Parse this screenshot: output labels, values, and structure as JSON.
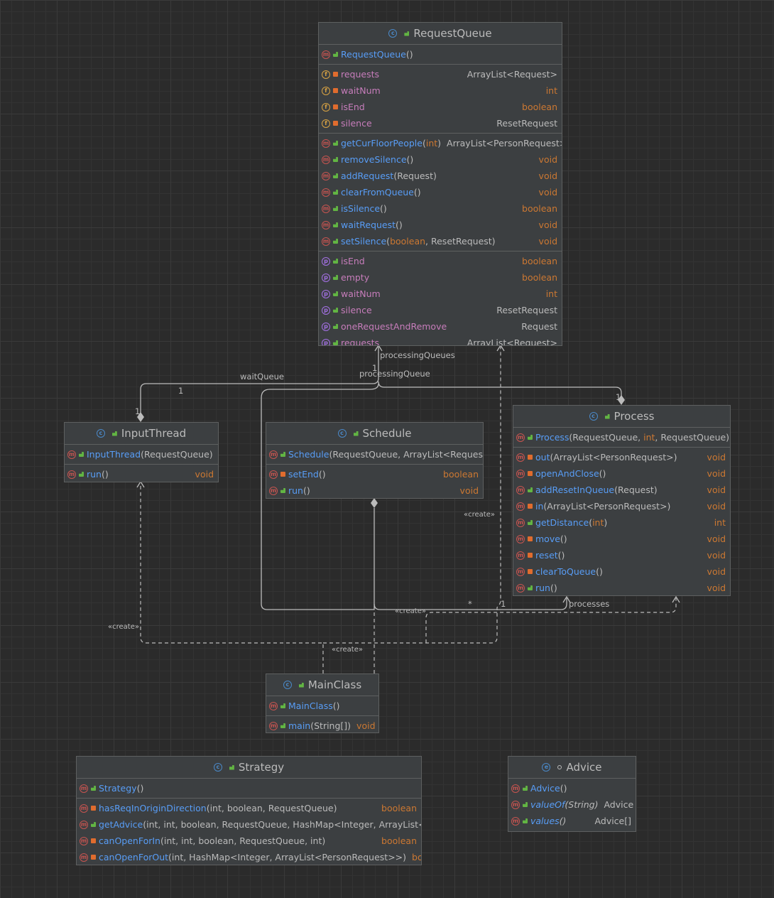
{
  "edge_labels": {
    "processing_queues": "processingQueues",
    "processing_queue": "processingQueue",
    "wait_queue": "waitQueue",
    "create_1": "«create»",
    "create_2": "«create»",
    "create_3": "«create»",
    "create_4": "«create»",
    "processes": "processes",
    "mult_one_a": "1",
    "mult_one_b": "1",
    "mult_one_c": "1",
    "mult_one_d": "1",
    "mult_one_e": "1",
    "mult_many": "*"
  },
  "classes": {
    "request_queue": {
      "name": "RequestQueue",
      "constructors": [
        {
          "name": "RequestQueue",
          "params": "()"
        }
      ],
      "fields": [
        {
          "name": "requests",
          "type": "ArrayList<Request>"
        },
        {
          "name": "waitNum",
          "type": "int"
        },
        {
          "name": "isEnd",
          "type": "boolean"
        },
        {
          "name": "silence",
          "type": "ResetRequest"
        }
      ],
      "methods": [
        {
          "name": "getCurFloorPeople",
          "p1": "(",
          "pk": "int",
          "p2": ")",
          "type": "ArrayList<PersonRequest>"
        },
        {
          "name": "removeSilence",
          "params": "()",
          "type": "void"
        },
        {
          "name": "addRequest",
          "params": "(Request)",
          "type": "void"
        },
        {
          "name": "clearFromQueue",
          "params": "()",
          "type": "void"
        },
        {
          "name": "isSilence",
          "params": "()",
          "type": "boolean"
        },
        {
          "name": "waitRequest",
          "params": "()",
          "type": "void"
        },
        {
          "name": "setSilence",
          "p1": "(",
          "pk": "boolean",
          "p2": ", ResetRequest)",
          "type": "void"
        }
      ],
      "properties": [
        {
          "name": "isEnd",
          "type": "boolean"
        },
        {
          "name": "empty",
          "type": "boolean"
        },
        {
          "name": "waitNum",
          "type": "int"
        },
        {
          "name": "silence",
          "type": "ResetRequest"
        },
        {
          "name": "oneRequestAndRemove",
          "type": "Request"
        },
        {
          "name": "requests",
          "type": "ArrayList<Request>"
        }
      ]
    },
    "input_thread": {
      "name": "InputThread",
      "methods": [
        {
          "name": "InputThread",
          "params": "(RequestQueue)",
          "type": ""
        },
        {
          "name": "run",
          "params": "()",
          "type": "void"
        }
      ]
    },
    "schedule": {
      "name": "Schedule",
      "methods": [
        {
          "name": "Schedule",
          "params": "(RequestQueue, ArrayList<RequestQueue>)",
          "type": ""
        },
        {
          "name": "setEnd",
          "params": "()",
          "type": "boolean"
        },
        {
          "name": "run",
          "params": "()",
          "type": "void"
        }
      ]
    },
    "process": {
      "name": "Process",
      "methods": [
        {
          "name": "Process",
          "p1": "(RequestQueue, ",
          "pk": "int",
          "p2": ", RequestQueue)",
          "type": ""
        },
        {
          "name": "out",
          "params": " (ArrayList<PersonRequest>)",
          "type": "void"
        },
        {
          "name": "openAndClose",
          "params": "()",
          "type": "void"
        },
        {
          "name": "addResetInQueue",
          "params": "(Request)",
          "type": "void"
        },
        {
          "name": "in",
          "params": "(ArrayList<PersonRequest>)",
          "type": "void"
        },
        {
          "name": "getDistance",
          "p1": "(",
          "pk": "int",
          "p2": ")",
          "type": "int"
        },
        {
          "name": "move",
          "params": "()",
          "type": "void"
        },
        {
          "name": "reset",
          "params": "()",
          "type": "void"
        },
        {
          "name": "clearToQueue",
          "params": "()",
          "type": "void"
        },
        {
          "name": "run",
          "params": "()",
          "type": "void"
        }
      ]
    },
    "main_class": {
      "name": "MainClass",
      "methods": [
        {
          "name": "MainClass",
          "params": "()",
          "type": ""
        },
        {
          "name": "main",
          "params": "(String[])",
          "type": "void"
        }
      ]
    },
    "strategy": {
      "name": "Strategy",
      "methods": [
        {
          "name": "Strategy",
          "params": "()",
          "type": ""
        },
        {
          "name": "hasReqInOriginDirection",
          "params": "(int, boolean, RequestQueue)",
          "type": "boolean"
        },
        {
          "name": "getAdvice",
          "params": "(int, int, boolean, RequestQueue, HashMap<Integer, ArrayList<PersonRequest>>)",
          "type": ""
        },
        {
          "name": "canOpenForIn",
          "params": "(int, int, boolean, RequestQueue, int)",
          "type": "boolean"
        },
        {
          "name": "canOpenForOut",
          "params": "(int, HashMap<Integer, ArrayList<PersonRequest>>)",
          "type": "boolean"
        }
      ]
    },
    "advice": {
      "name": "Advice",
      "methods": [
        {
          "name": "Advice",
          "params": "()",
          "type": ""
        },
        {
          "name": "valueOf",
          "params": "(String)",
          "type": "Advice"
        },
        {
          "name": "values",
          "params": "()",
          "type": "Advice[]"
        }
      ]
    }
  },
  "colors": {
    "background": "#2b2b2b",
    "box": "#3c3f41",
    "method_name": "#589df6",
    "field_name": "#c77dbb",
    "keyword": "#cc7832",
    "edge": "#bbbbbb"
  }
}
